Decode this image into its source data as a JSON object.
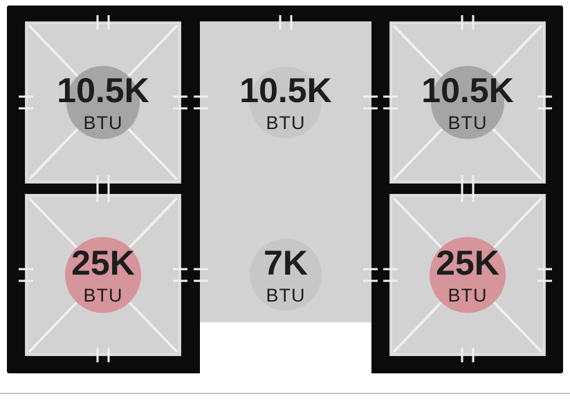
{
  "diagram": {
    "name": "range-cooktop-burner-btu-layout",
    "rows": 2,
    "columns": 3
  },
  "colors": {
    "frame": "#0b0b0b",
    "surface": "#d2d2d2",
    "grate_line": "#f0f0f0",
    "inner_outline": "#e2e2e2",
    "circle_gray": "#a5a5a5",
    "circle_light": "#c7c7c7",
    "circle_red": "#d6949b",
    "text": "#1d1d1d",
    "front_edge_line": "#c6c6c6",
    "drip_tray": "#ffffff"
  },
  "burners": [
    {
      "position": "top-left",
      "btu": "10.5K",
      "unit": "BTU",
      "circle_color": "#a5a5a5"
    },
    {
      "position": "top-center",
      "btu": "10.5K",
      "unit": "BTU",
      "circle_color": "#c7c7c7"
    },
    {
      "position": "top-right",
      "btu": "10.5K",
      "unit": "BTU",
      "circle_color": "#a5a5a5"
    },
    {
      "position": "bottom-left",
      "btu": "25K",
      "unit": "BTU",
      "circle_color": "#d6949b"
    },
    {
      "position": "bottom-center",
      "btu": "7K",
      "unit": "BTU",
      "circle_color": "#c7c7c7"
    },
    {
      "position": "bottom-right",
      "btu": "25K",
      "unit": "BTU",
      "circle_color": "#d6949b"
    }
  ]
}
